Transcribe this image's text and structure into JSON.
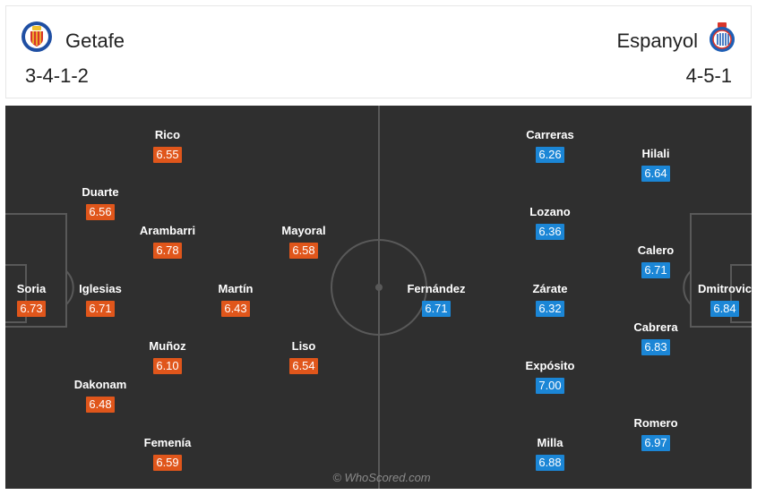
{
  "header": {
    "home": {
      "name": "Getafe",
      "formation": "3-4-1-2",
      "crest_icon": "getafe-crest-icon"
    },
    "away": {
      "name": "Espanyol",
      "formation": "4-5-1",
      "crest_icon": "espanyol-crest-icon"
    }
  },
  "colors": {
    "home_rating": "#e0561b",
    "away_rating": "#1b86d6",
    "pitch": "#2f2f2f"
  },
  "home_players": [
    {
      "name": "Soria",
      "rating": "6.73"
    },
    {
      "name": "Duarte",
      "rating": "6.56"
    },
    {
      "name": "Iglesias",
      "rating": "6.71"
    },
    {
      "name": "Dakonam",
      "rating": "6.48"
    },
    {
      "name": "Rico",
      "rating": "6.55"
    },
    {
      "name": "Arambarri",
      "rating": "6.78"
    },
    {
      "name": "Muñoz",
      "rating": "6.10"
    },
    {
      "name": "Femenía",
      "rating": "6.59"
    },
    {
      "name": "Martín",
      "rating": "6.43"
    },
    {
      "name": "Mayoral",
      "rating": "6.58"
    },
    {
      "name": "Liso",
      "rating": "6.54"
    }
  ],
  "away_players": [
    {
      "name": "Fernández",
      "rating": "6.71"
    },
    {
      "name": "Carreras",
      "rating": "6.26"
    },
    {
      "name": "Lozano",
      "rating": "6.36"
    },
    {
      "name": "Zárate",
      "rating": "6.32"
    },
    {
      "name": "Expósito",
      "rating": "7.00"
    },
    {
      "name": "Milla",
      "rating": "6.88"
    },
    {
      "name": "Hilali",
      "rating": "6.64"
    },
    {
      "name": "Calero",
      "rating": "6.71"
    },
    {
      "name": "Cabrera",
      "rating": "6.83"
    },
    {
      "name": "Romero",
      "rating": "6.97"
    },
    {
      "name": "Dmitrovic",
      "rating": "6.84"
    }
  ],
  "watermark": "© WhoScored.com"
}
